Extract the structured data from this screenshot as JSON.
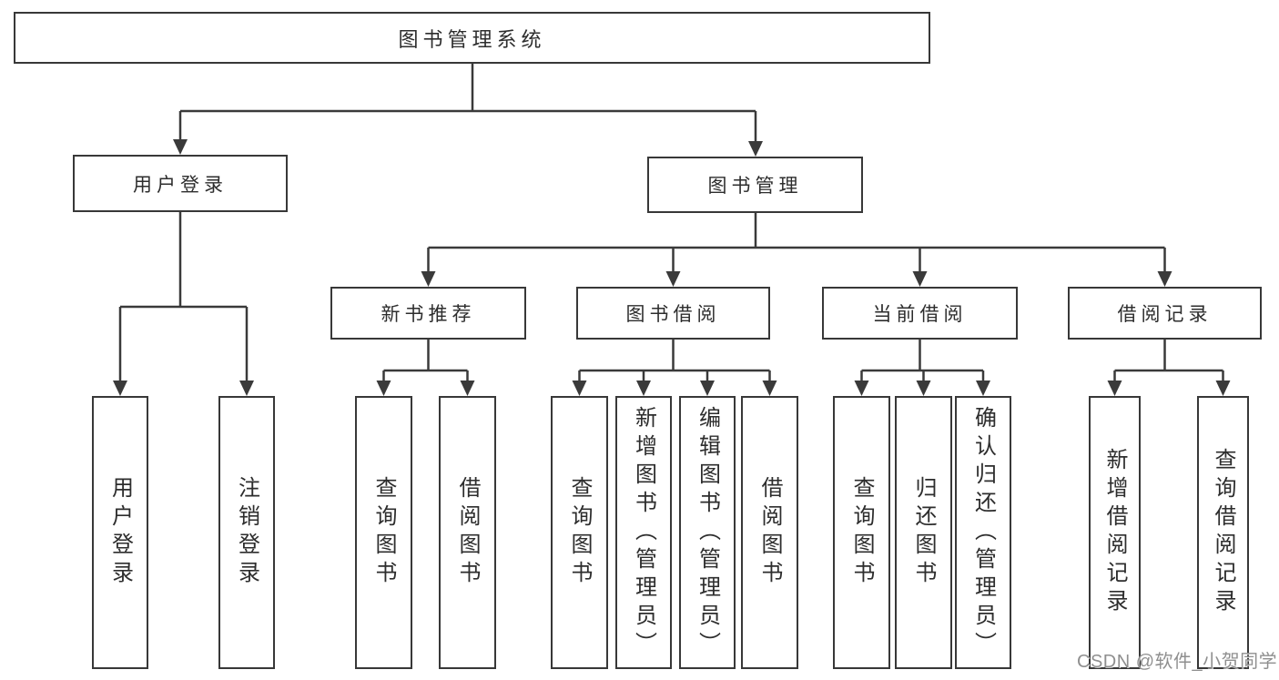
{
  "tree": {
    "root": "图书管理系统",
    "branches": [
      {
        "label": "用户登录",
        "children": [
          "用户登录",
          "注销登录"
        ]
      },
      {
        "label": "图书管理",
        "children": [
          {
            "label": "新书推荐",
            "children": [
              "查询图书",
              "借阅图书"
            ]
          },
          {
            "label": "图书借阅",
            "children": [
              "查询图书",
              "新增图书（管理员）",
              "编辑图书（管理员）",
              "借阅图书"
            ]
          },
          {
            "label": "当前借阅",
            "children": [
              "查询图书",
              "归还图书",
              "确认归还（管理员）"
            ]
          },
          {
            "label": "借阅记录",
            "children": [
              "新增借阅记录",
              "查询借阅记录"
            ]
          }
        ]
      }
    ]
  },
  "watermark": {
    "text": "CSDN @软件_小贺同学"
  },
  "colors": {
    "line": "#3a3a3a",
    "box_border": "#383838",
    "box_fill": "#ffffff",
    "text": "#2d2d2d",
    "watermark": "#8f8f8f"
  }
}
